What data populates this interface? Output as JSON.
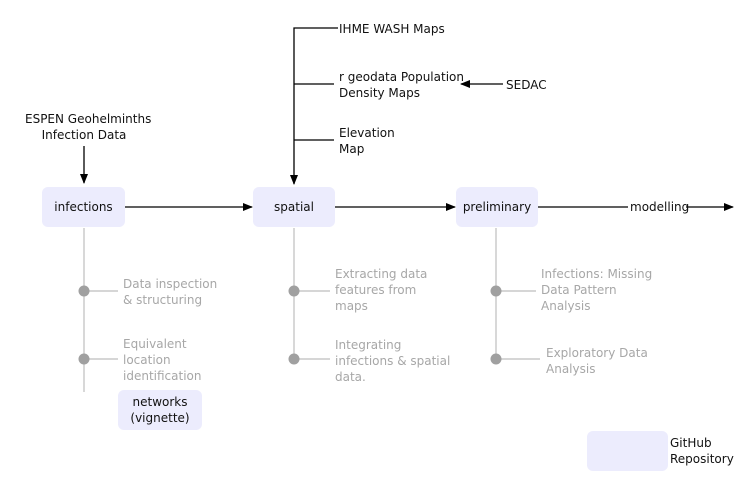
{
  "sources": {
    "espen": [
      "ESPEN Geohelminths",
      "Infection Data"
    ],
    "ihme": "IHME WASH Maps",
    "geodata": [
      "r geodata Population",
      "Density Maps"
    ],
    "sedac": "SEDAC",
    "elevation": [
      "Elevation",
      "Map"
    ]
  },
  "nodes": {
    "infections": "infections",
    "spatial": "spatial",
    "preliminary": "preliminary",
    "modelling": "modelling",
    "networks": [
      "networks",
      "(vignette)"
    ]
  },
  "steps": {
    "infections_1": [
      "Data inspection",
      "& structuring"
    ],
    "infections_2": [
      "Equivalent",
      "location",
      "identification"
    ],
    "spatial_1": [
      "Extracting data",
      "features from",
      "maps"
    ],
    "spatial_2": [
      "Integrating",
      "infections & spatial",
      "data."
    ],
    "preliminary_1": [
      "Infections: Missing",
      "Data Pattern",
      "Analysis"
    ],
    "preliminary_2": [
      "Exploratory Data",
      "Analysis"
    ]
  },
  "legend": {
    "github": [
      "GitHub",
      "Repository"
    ]
  },
  "colors": {
    "node_fill": "#ececfd",
    "step_text": "#a7a7a7",
    "step_line": "#bdbdbd",
    "step_dot": "#a0a0a0",
    "arrow": "#000000"
  }
}
